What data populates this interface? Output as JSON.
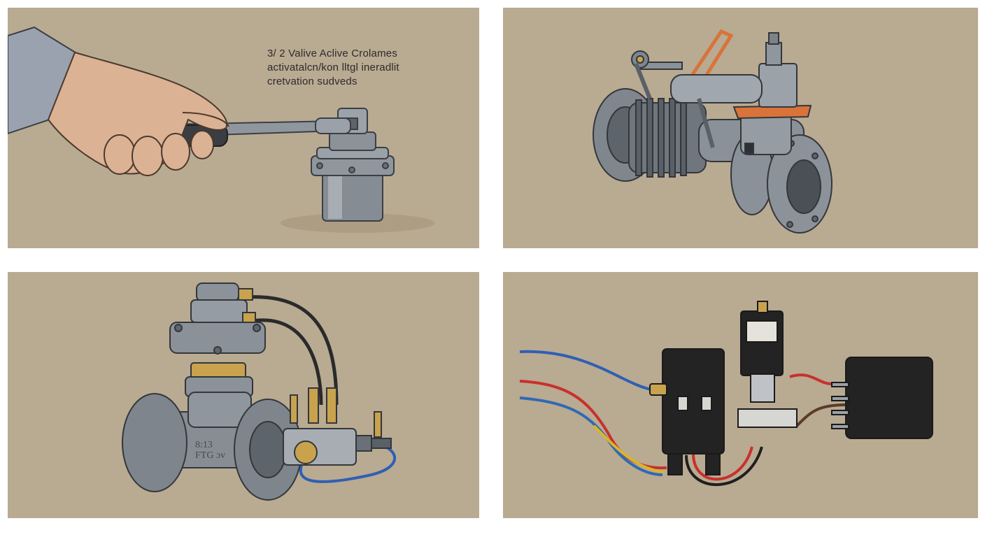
{
  "background_color": "#b9aa92",
  "colors": {
    "metal_light": "#9ea4aa",
    "metal_mid": "#7d848b",
    "metal_dark": "#4f555b",
    "brass": "#c9a24e",
    "skin": "#dcb294",
    "sleeve": "#9aa2b0",
    "orange_bracket": "#d9733a",
    "wire_blue": "#2f5fb3",
    "wire_red": "#c9302c",
    "wire_yellow": "#d9b52a",
    "wire_black": "#1f1f1f",
    "solenoid_black": "#232323"
  },
  "panel_top_left": {
    "caption_lines": [
      "3/ 2 Valive Aclive Crolames",
      "activatalcn/kon lltgl ineradlit",
      "cretvation sudveds"
    ]
  },
  "panel_bottom_left": {
    "body_marking_lines": [
      "8:13",
      "FTG ɔv"
    ]
  }
}
